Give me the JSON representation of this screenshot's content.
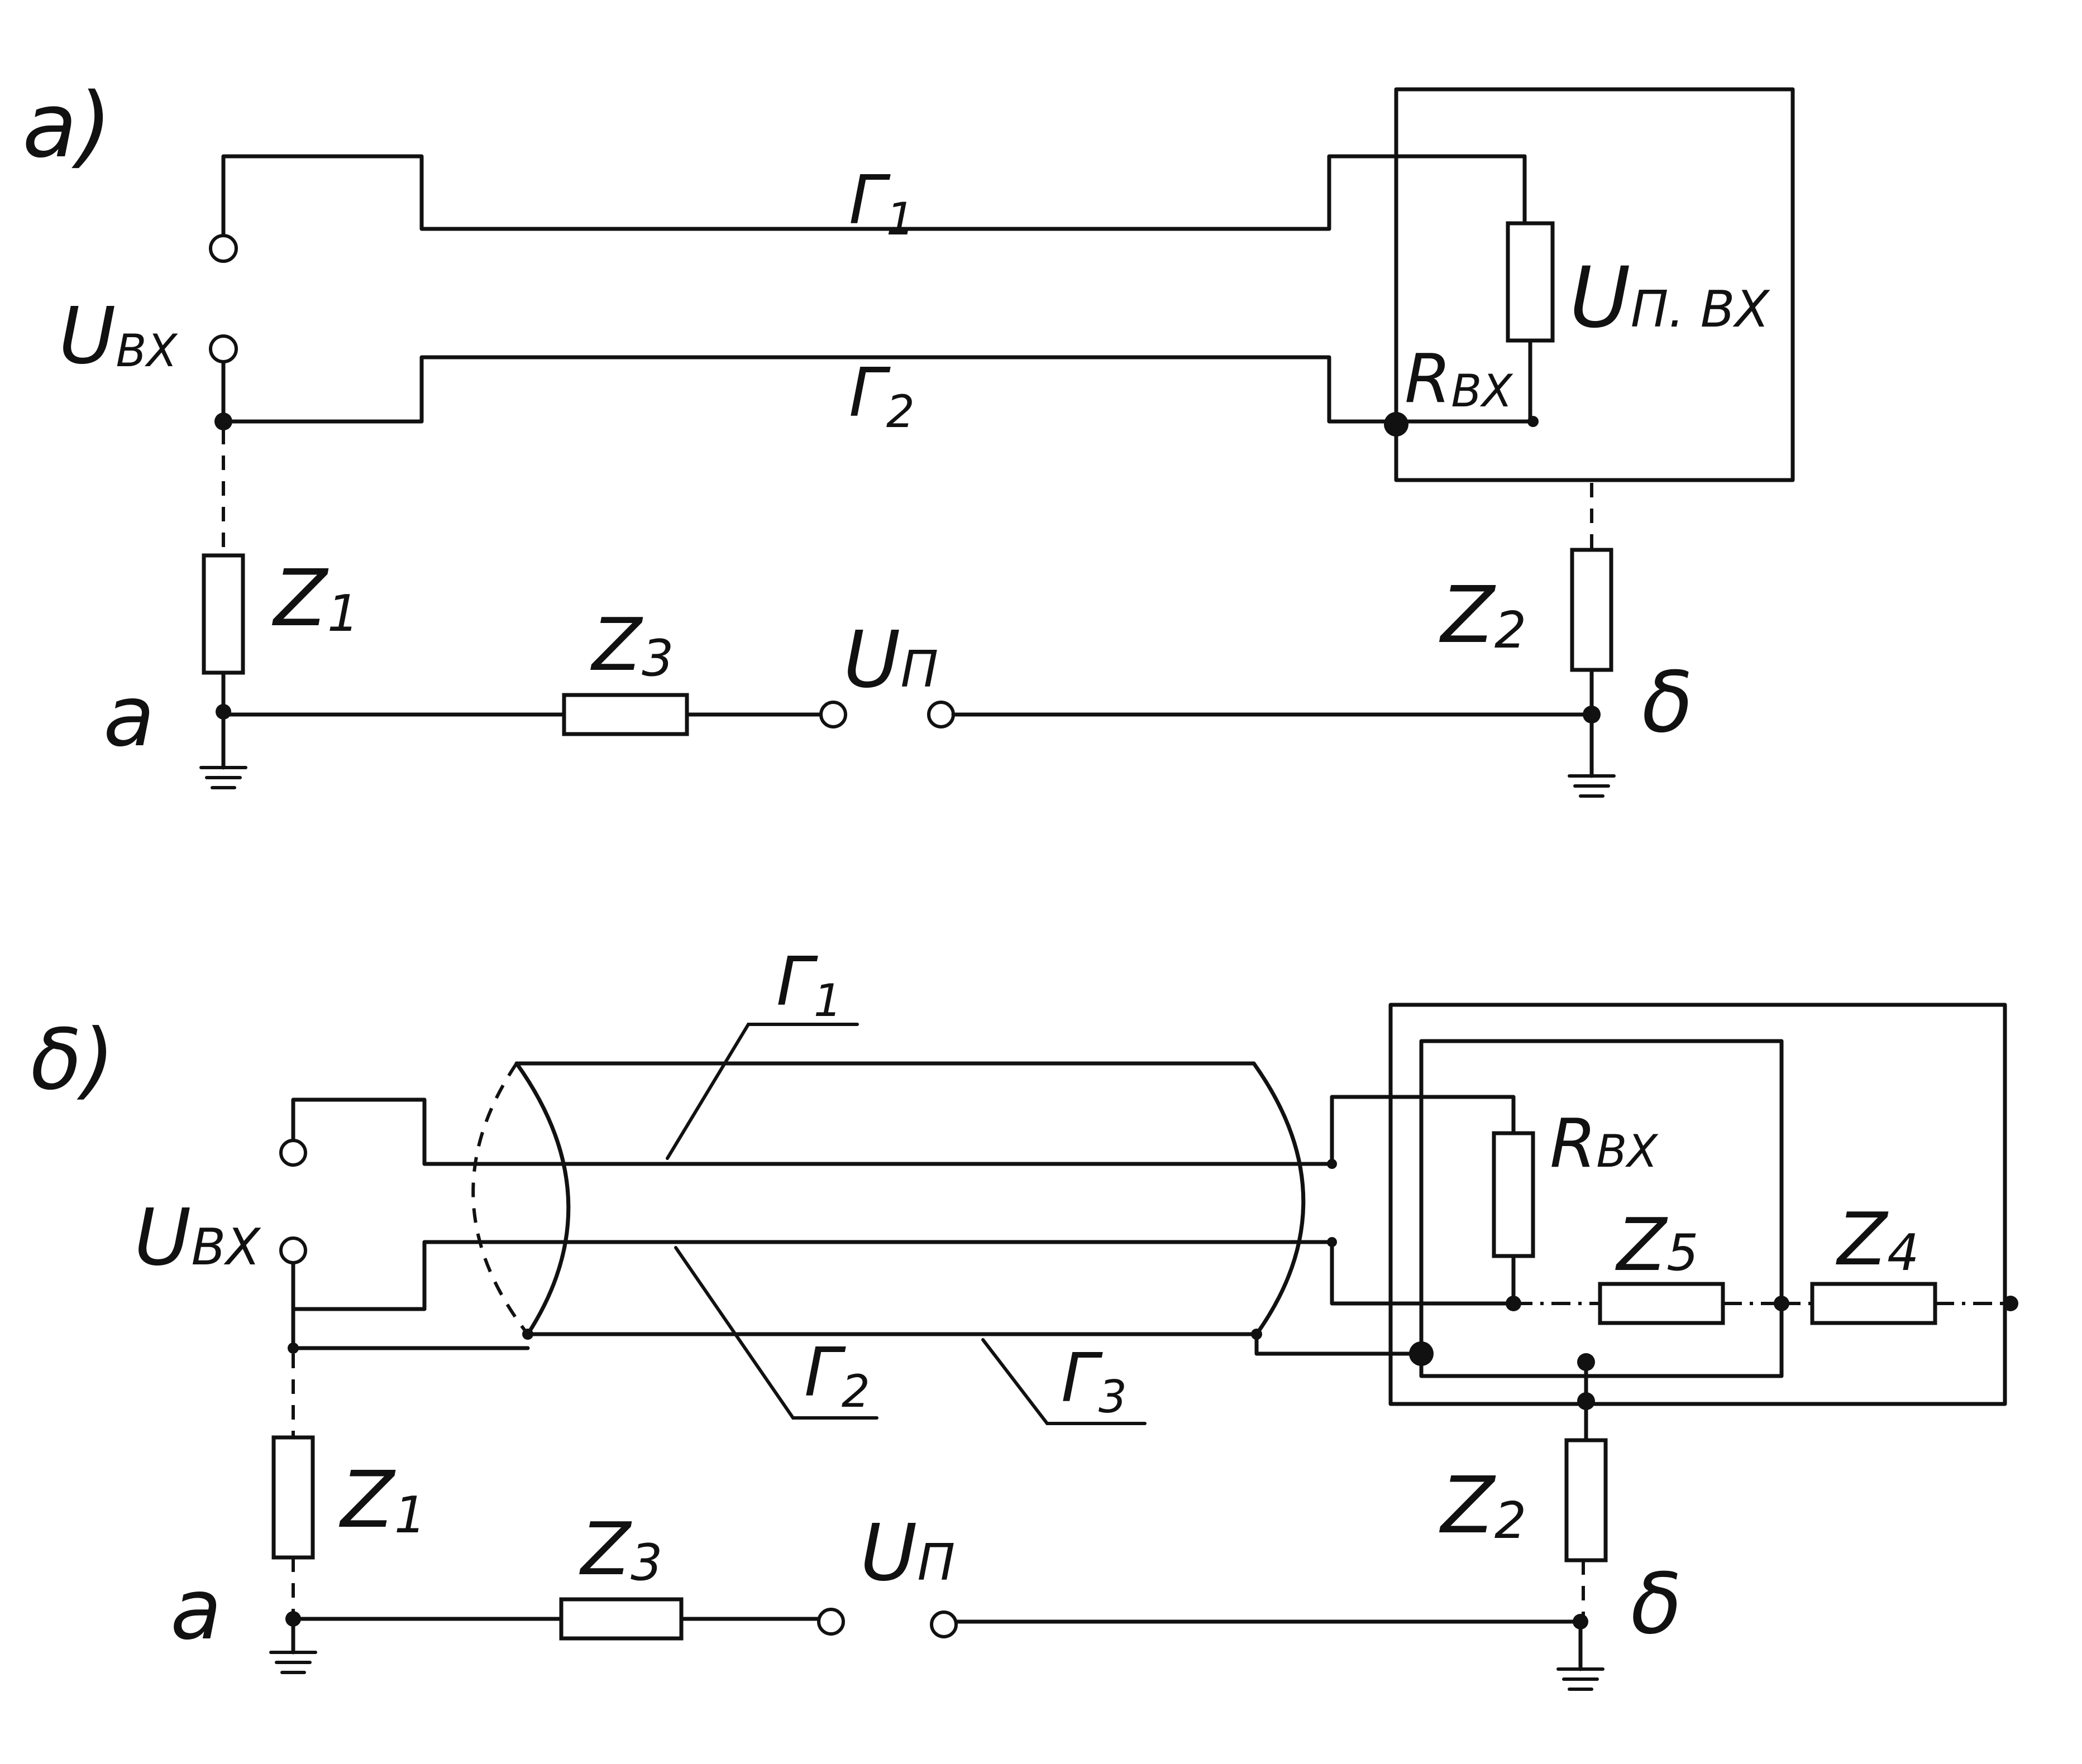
{
  "diagram_a": {
    "panel": "a)",
    "u_in": "U",
    "u_in_sub": "BX",
    "g1": "Г",
    "g1_sub": "1",
    "g2": "Г",
    "g2_sub": "2",
    "u_n_in": "U",
    "u_n_in_sub": "П. BX",
    "r_in": "R",
    "r_in_sub": "BX",
    "z1": "Z",
    "z1_sub": "1",
    "z2": "Z",
    "z2_sub": "2",
    "z3": "Z",
    "z3_sub": "3",
    "u_n": "U",
    "u_n_sub": "П",
    "node_a": "a",
    "node_b": "δ"
  },
  "diagram_b": {
    "panel": "δ)",
    "u_in": "U",
    "u_in_sub": "BX",
    "g1": "Г",
    "g1_sub": "1",
    "g2": "Г",
    "g2_sub": "2",
    "g3": "Г",
    "g3_sub": "3",
    "r_in": "R",
    "r_in_sub": "BX",
    "z1": "Z",
    "z1_sub": "1",
    "z2": "Z",
    "z2_sub": "2",
    "z3": "Z",
    "z3_sub": "3",
    "z4": "Z",
    "z4_sub": "4",
    "z5": "Z",
    "z5_sub": "5",
    "u_n": "U",
    "u_n_sub": "П",
    "node_a": "a",
    "node_b": "δ"
  }
}
